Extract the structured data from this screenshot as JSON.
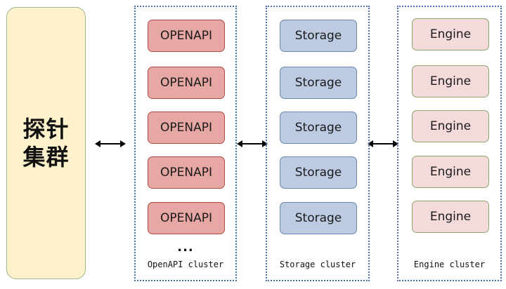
{
  "probe_cluster": {
    "lines": [
      "探针",
      "集群"
    ]
  },
  "clusters": [
    {
      "label": "OpenAPI cluster",
      "nodes": [
        "OPENAPI",
        "OPENAPI",
        "OPENAPI",
        "OPENAPI",
        "OPENAPI"
      ],
      "more": "..."
    },
    {
      "label": "Storage cluster",
      "nodes": [
        "Storage",
        "Storage",
        "Storage",
        "Storage",
        "Storage"
      ]
    },
    {
      "label": "Engine cluster",
      "nodes": [
        "Engine",
        "Engine",
        "Engine",
        "Engine",
        "Engine"
      ]
    }
  ],
  "colors": {
    "probe_fill": "#fdf2cc",
    "openapi_fill": "#e7a7a4",
    "storage_fill": "#bccbe2",
    "engine_fill": "#f4dada",
    "cluster_border": "#4b6fb0"
  }
}
